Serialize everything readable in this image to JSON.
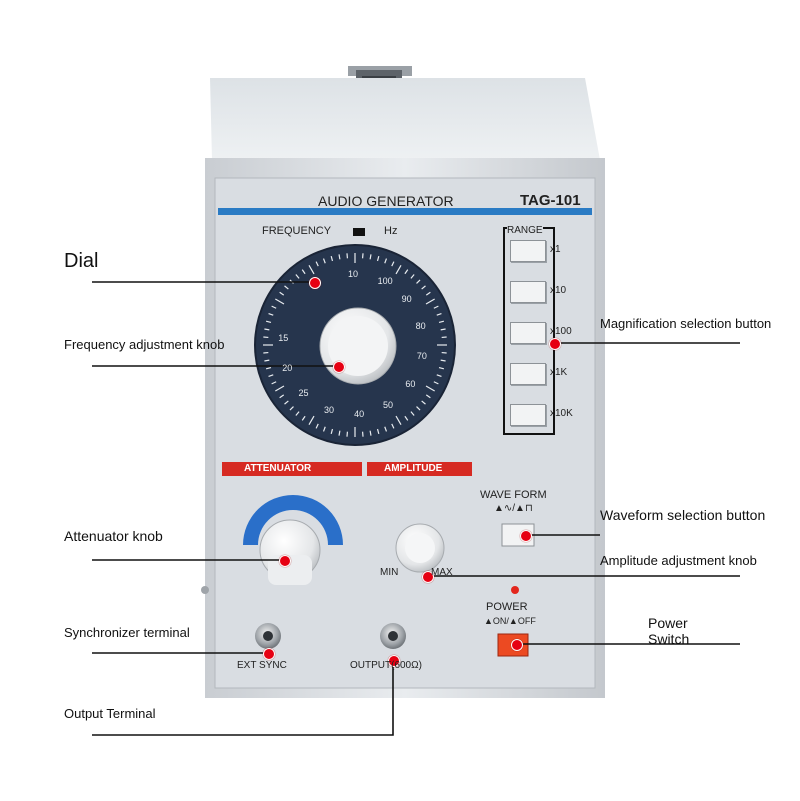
{
  "device": {
    "brand_title": "AUDIO GENERATOR",
    "model": "TAG-101",
    "frequency_label": "FREQUENCY",
    "hz_label": "Hz",
    "range_label": "RANGE",
    "range_buttons": [
      "x1",
      "x10",
      "x100",
      "x1K",
      "x10K"
    ],
    "dial_numbers": [
      "10",
      "100",
      "90",
      "80",
      "70",
      "60",
      "50",
      "40",
      "30",
      "25",
      "20",
      "15"
    ],
    "attenuator_label": "ATTENUATOR",
    "amplitude_label": "AMPLITUDE",
    "min_label": "MIN",
    "max_label": "MAX",
    "waveform_label": "WAVE FORM",
    "waveform_sub": "▲∿/▲⊓",
    "power_label": "POWER",
    "power_sub": "▲ON/▲OFF",
    "ext_sync_label": "EXT SYNC",
    "output_label": "OUTPUT(600Ω)"
  },
  "callouts": {
    "dial": "Dial",
    "freq_knob": "Frequency adjustment knob",
    "magnification": "Magnification selection button",
    "attenuator_knob": "Attenuator knob",
    "waveform_button": "Waveform selection button",
    "amplitude_knob": "Amplitude adjustment knob",
    "sync_terminal": "Synchronizer terminal",
    "power_switch": "Power Switch",
    "output_terminal": "Output Terminal"
  },
  "colors": {
    "accent_red": "#e60012",
    "panel": "#d9dde2",
    "dial": "#26354d",
    "stripe": "#2a7bc4"
  }
}
